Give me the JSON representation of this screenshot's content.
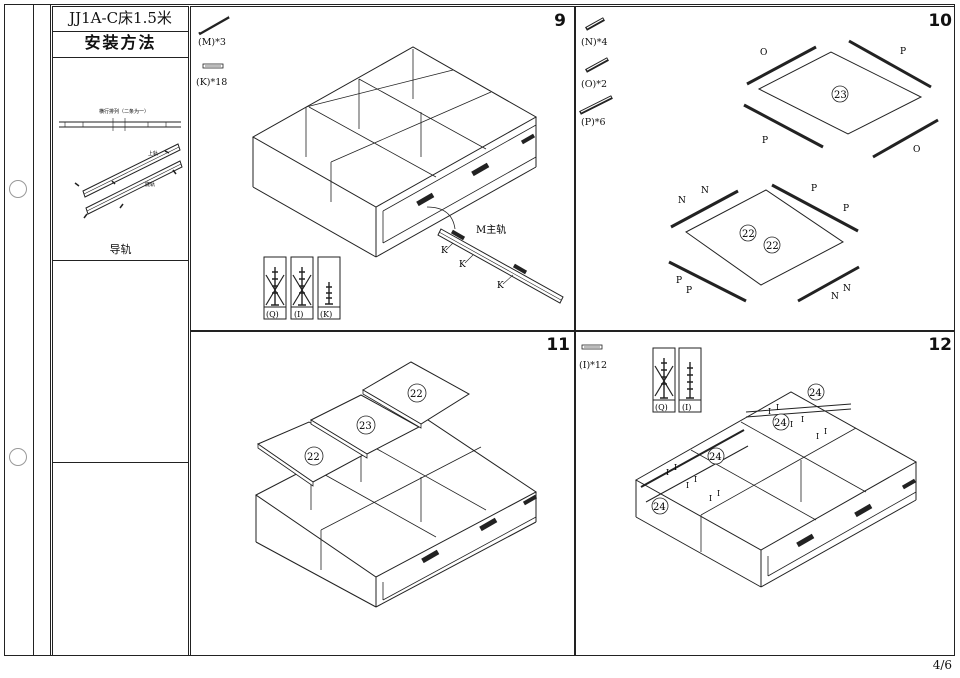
{
  "sidebar": {
    "model": "JJ1A-C床1.5米",
    "method_title": "安装方法",
    "rail_caption": "导轨",
    "rail_note": "横行排列（二条为一）",
    "rail_label_top": "上轨",
    "rail_label_bottom": "底轨"
  },
  "steps": [
    {
      "number": "9",
      "parts": [
        "(M)*3",
        "(K)*18"
      ],
      "rail_label": "M主轨",
      "k_labels": [
        "K",
        "K",
        "K"
      ],
      "screw_labels": [
        "(Q)",
        "(I)",
        "(K)"
      ]
    },
    {
      "number": "10",
      "parts": [
        "(N)*4",
        "(O)*2",
        "(P)*6"
      ],
      "panel_top": "23",
      "panel_bottom_a": "22",
      "panel_bottom_b": "22",
      "edge_labels": {
        "o1": "O",
        "p1": "P",
        "p2": "P",
        "o2": "O",
        "n1": "N",
        "n2": "N",
        "p3": "P",
        "p4": "P",
        "p5": "P",
        "p6": "P",
        "n3": "N",
        "n4": "N"
      }
    },
    {
      "number": "11",
      "panels": [
        "22",
        "23",
        "22"
      ]
    },
    {
      "number": "12",
      "parts": [
        "(I)*12"
      ],
      "screw_labels": [
        "(Q)",
        "(I)"
      ],
      "panels": [
        "24",
        "24",
        "24",
        "24"
      ],
      "i_label": "I"
    }
  ],
  "page": "4/6"
}
